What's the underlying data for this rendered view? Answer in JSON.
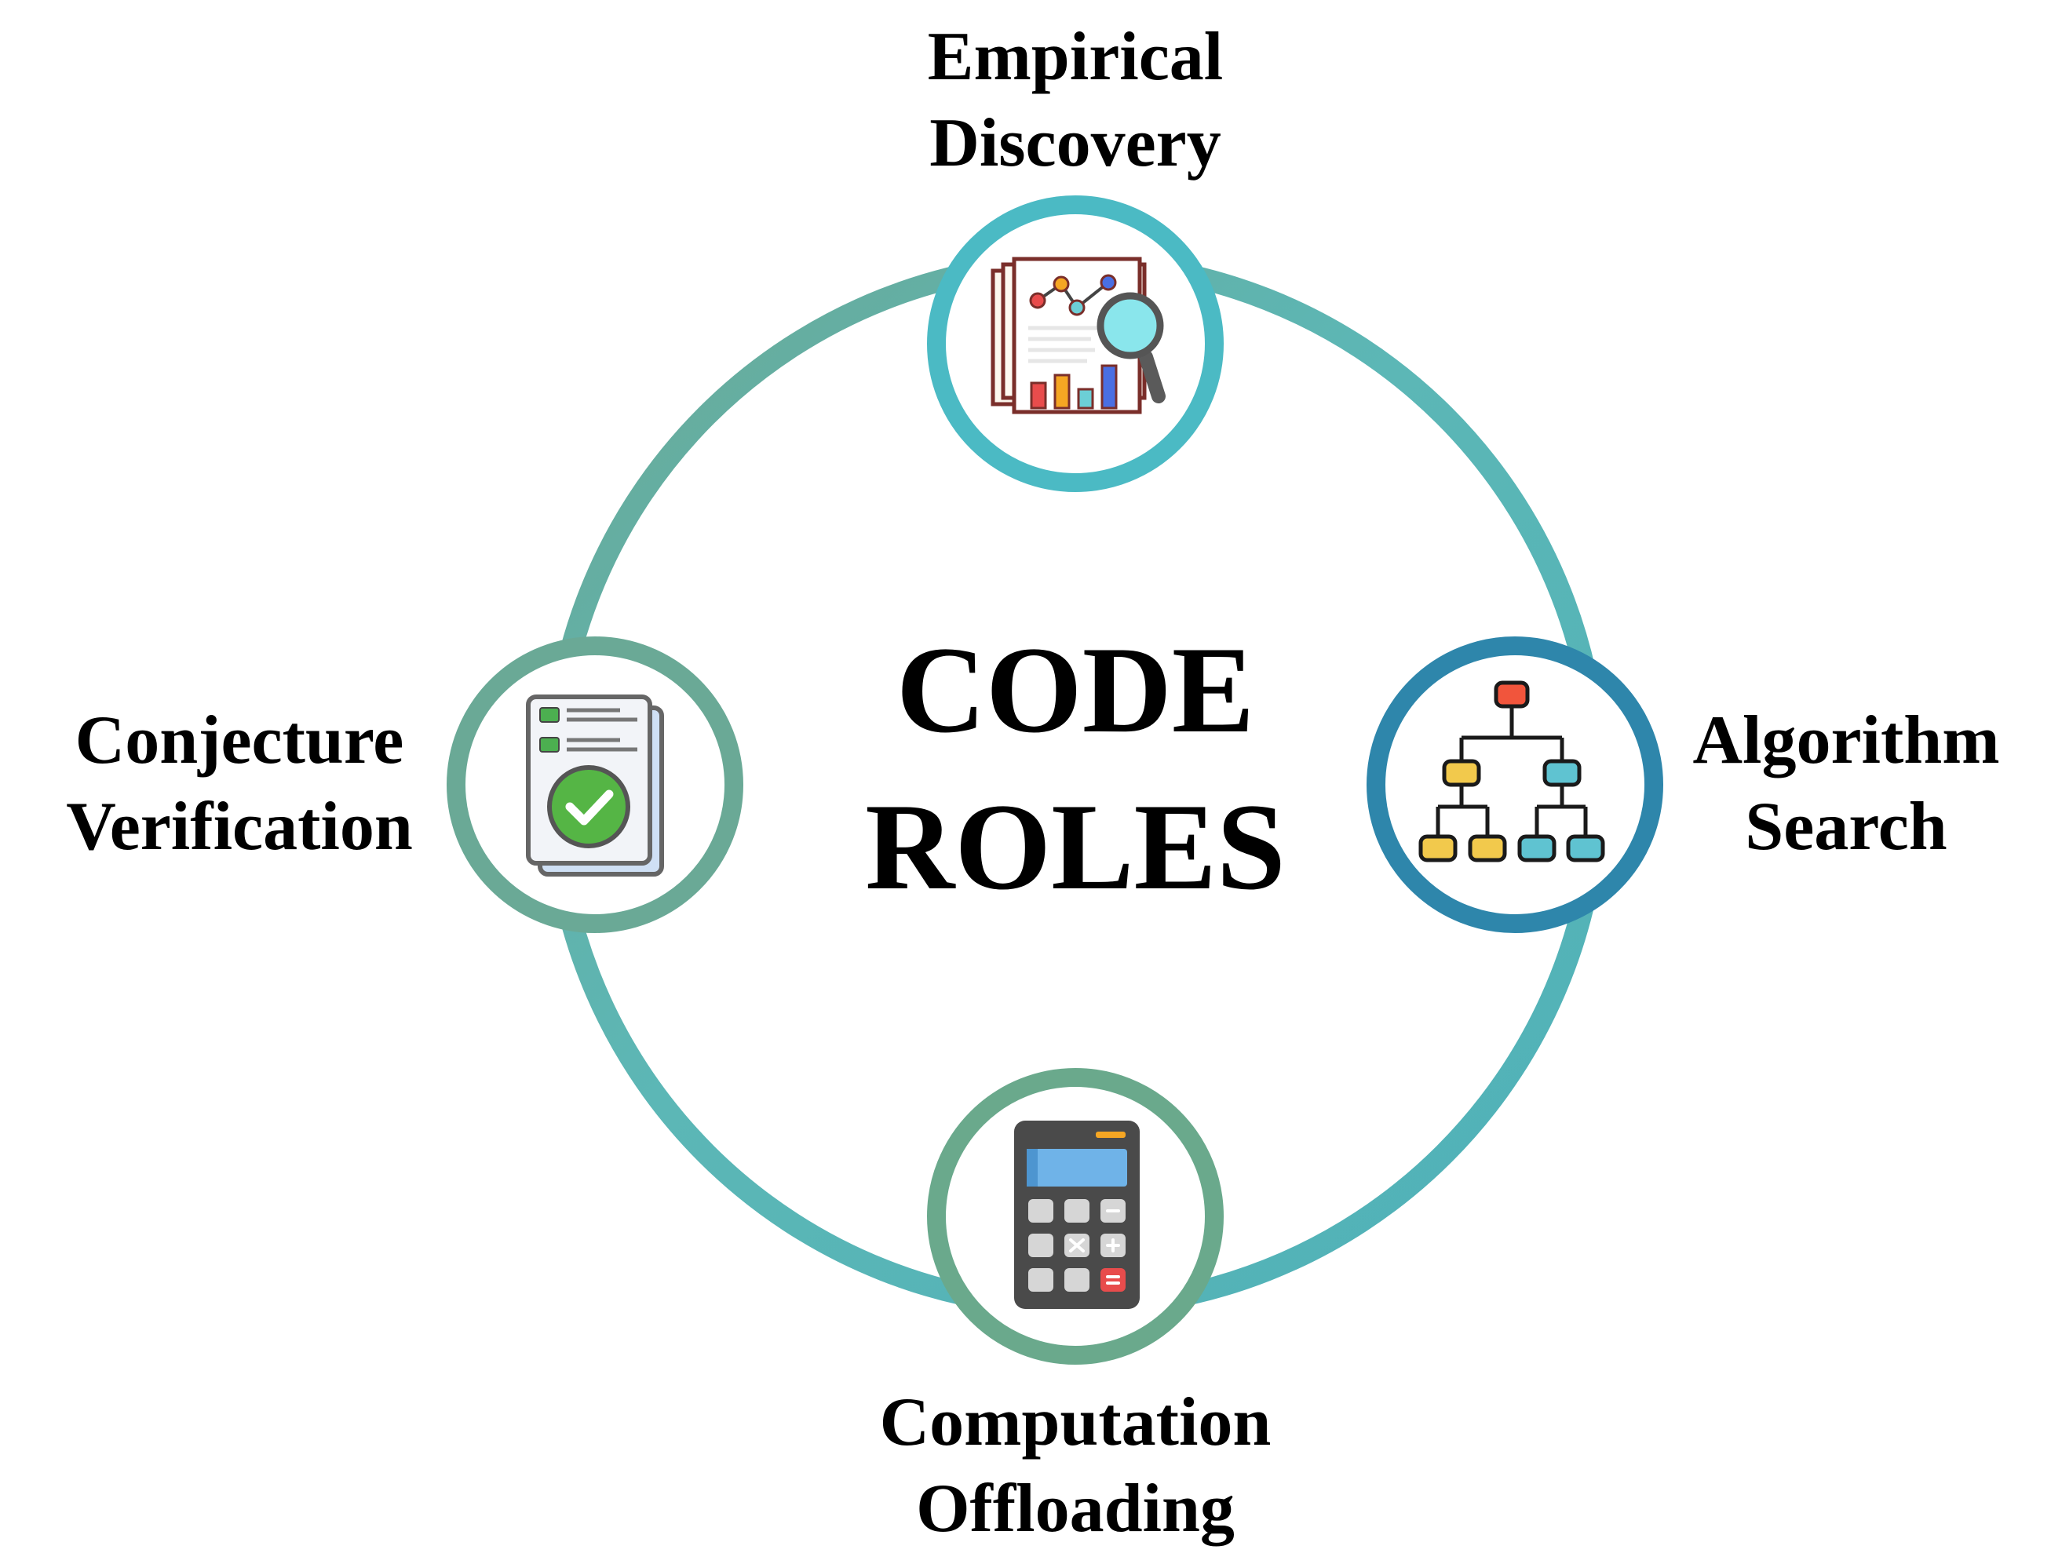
{
  "center": {
    "line1": "CODE",
    "line2": "ROLES"
  },
  "nodes": {
    "top": {
      "line1": "Empirical",
      "line2": "Discovery",
      "icon": "report-chart-magnifier-icon",
      "ring_color": "#4bbac4"
    },
    "right": {
      "line1": "Algorithm",
      "line2": "Search",
      "icon": "tree-hierarchy-icon",
      "ring_color": "#2e86ab"
    },
    "bottom": {
      "line1": "Computation",
      "line2": "Offloading",
      "icon": "calculator-icon",
      "ring_color": "#6aa98c"
    },
    "left": {
      "line1": "Conjecture",
      "line2": "Verification",
      "icon": "document-check-icon",
      "ring_color": "#6aa996"
    }
  },
  "colors": {
    "cycle_ring": "#5cb3ae",
    "accent_teal": "#4bbac4",
    "accent_blue": "#2e86ab",
    "accent_green": "#6aa98c"
  }
}
